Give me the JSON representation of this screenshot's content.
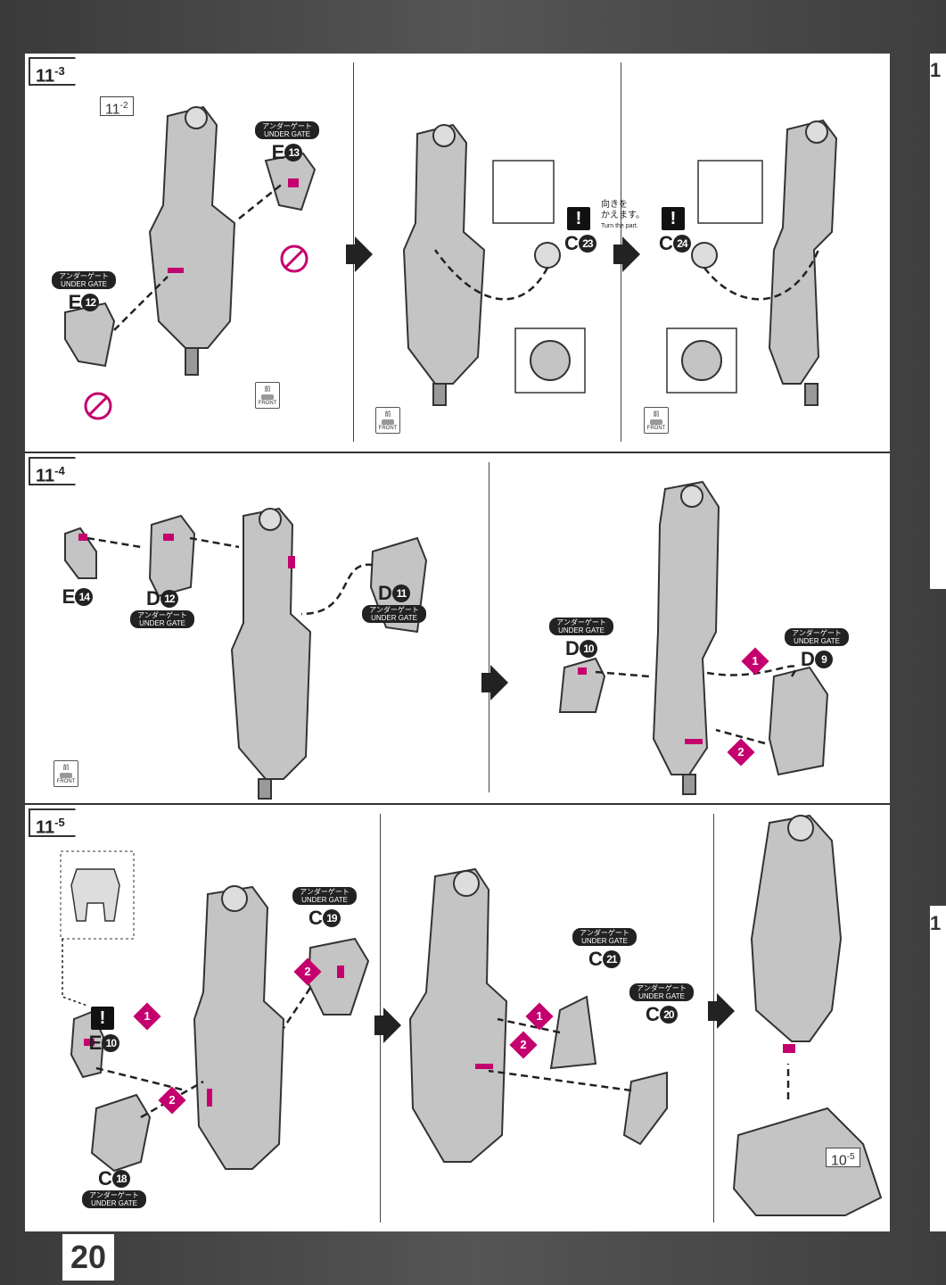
{
  "page_number": "20",
  "right_edge_labels": [
    "1",
    "1"
  ],
  "steps": [
    {
      "id": "11-3",
      "label": "11",
      "sub": "-3",
      "ref_tag": {
        "label": "11",
        "sub": "-2"
      },
      "parts": [
        {
          "code": "E",
          "num": "13",
          "gate_jp": "アンダーゲート",
          "gate_en": "UNDER GATE"
        },
        {
          "code": "E",
          "num": "12",
          "gate_jp": "アンダーゲート",
          "gate_en": "UNDER GATE"
        },
        {
          "code": "C",
          "num": "23"
        },
        {
          "code": "C",
          "num": "24"
        }
      ],
      "turn_note": {
        "jp_line1": "向きを",
        "jp_line2": "かえます。",
        "en": "Turn the part."
      },
      "front": {
        "jp": "前",
        "en": "FRONT"
      }
    },
    {
      "id": "11-4",
      "label": "11",
      "sub": "-4",
      "parts": [
        {
          "code": "E",
          "num": "14"
        },
        {
          "code": "D",
          "num": "12",
          "gate_jp": "アンダーゲート",
          "gate_en": "UNDER GATE"
        },
        {
          "code": "D",
          "num": "11",
          "gate_jp": "アンダーゲート",
          "gate_en": "UNDER GATE"
        },
        {
          "code": "D",
          "num": "10",
          "gate_jp": "アンダーゲート",
          "gate_en": "UNDER GATE"
        },
        {
          "code": "D",
          "num": "9",
          "gate_jp": "アンダーゲート",
          "gate_en": "UNDER GATE"
        }
      ],
      "order_badges": [
        "1",
        "2"
      ],
      "front": {
        "jp": "前",
        "en": "FRONT"
      }
    },
    {
      "id": "11-5",
      "label": "11",
      "sub": "-5",
      "ref_tag": {
        "label": "10",
        "sub": "-5"
      },
      "parts": [
        {
          "code": "E",
          "num": "10"
        },
        {
          "code": "C",
          "num": "19",
          "gate_jp": "アンダーゲート",
          "gate_en": "UNDER GATE"
        },
        {
          "code": "C",
          "num": "18",
          "gate_jp": "アンダーゲート",
          "gate_en": "UNDER GATE"
        },
        {
          "code": "C",
          "num": "21",
          "gate_jp": "アンダーゲート",
          "gate_en": "UNDER GATE"
        },
        {
          "code": "C",
          "num": "20",
          "gate_jp": "アンダーゲート",
          "gate_en": "UNDER GATE"
        }
      ],
      "order_badges": [
        "1",
        "2"
      ]
    }
  ],
  "colors": {
    "accent": "#c4006e",
    "part_fill": "#bdbdbd",
    "outline": "#333333"
  },
  "icons": [
    "warning-icon",
    "no-nipper-icon",
    "front-icon",
    "step-arrow-icon"
  ]
}
